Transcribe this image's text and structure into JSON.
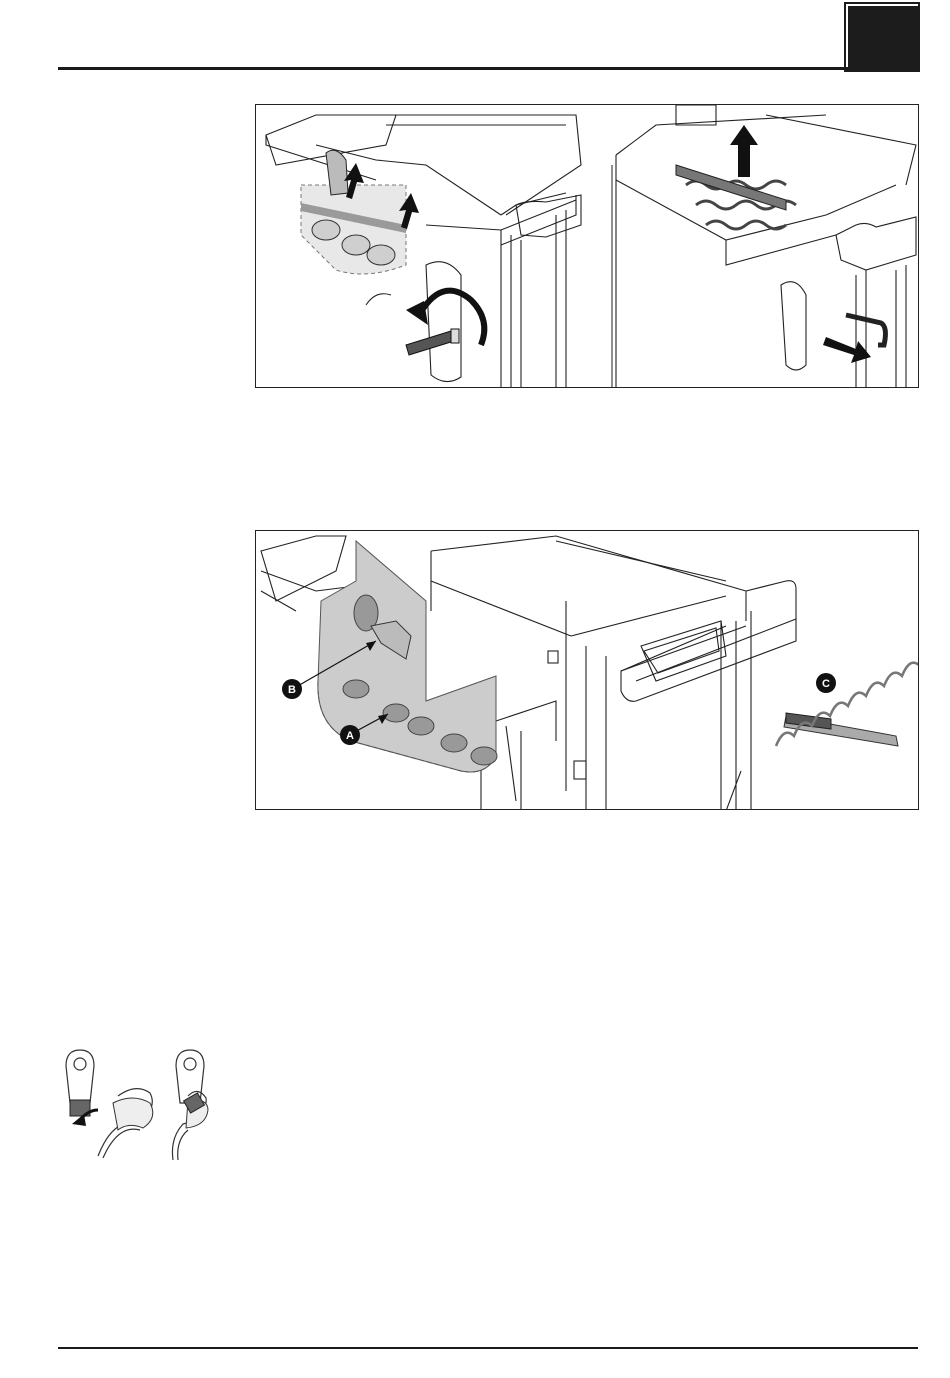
{
  "page": {
    "section_tab": ""
  },
  "figure_main": {
    "callouts": {
      "a": "A",
      "b": "B",
      "c": "C"
    }
  },
  "icons": {
    "arrow_up": "arrow-up-icon",
    "arrow_rotate": "rotate-arrow-icon",
    "arrow_right": "arrow-right-icon"
  }
}
